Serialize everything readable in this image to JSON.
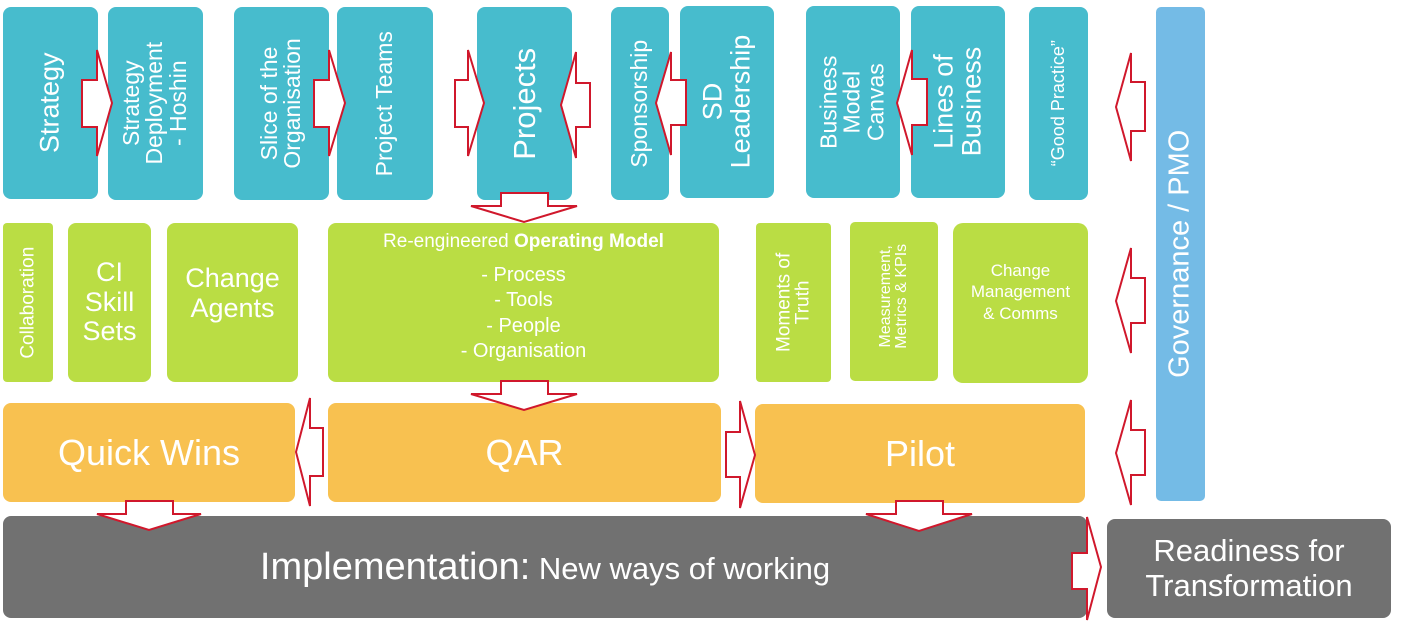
{
  "top_row": {
    "strategy": "Strategy",
    "strategy_deployment": [
      "Strategy",
      "Deployment",
      "- Hoshin"
    ],
    "slice_org": [
      "Slice of the",
      "Organisation"
    ],
    "project_teams": "Project Teams",
    "projects": "Projects",
    "sponsorship": "Sponsorship",
    "sd_leadership": [
      "SD",
      "Leadership"
    ],
    "business_model_canvas": [
      "Business",
      "Model",
      "Canvas"
    ],
    "lines_of_business": [
      "Lines of",
      "Business"
    ],
    "good_practice": "“Good Practice”"
  },
  "governance": "Governance / PMO",
  "middle_row": {
    "collaboration": "Collaboration",
    "ci_skill_sets": [
      "CI",
      "Skill",
      "Sets"
    ],
    "change_agents": [
      "Change",
      "Agents"
    ],
    "operating_model": {
      "title_prefix": "Re-engineered ",
      "title_bold": "Operating Model",
      "items": [
        "- Process",
        "- Tools",
        "- People",
        "- Organisation"
      ]
    },
    "moments_of_truth": [
      "Moments of",
      "Truth"
    ],
    "measurement": [
      "Measurement,",
      "Metrics & KPIs"
    ],
    "change_management": [
      "Change",
      "Management",
      "& Comms"
    ]
  },
  "bottom_row": {
    "quick_wins": "Quick Wins",
    "qar": "QAR",
    "pilot": "Pilot"
  },
  "implementation": {
    "label": "Implementation:",
    "sublabel": " New ways of working"
  },
  "readiness": [
    "Readiness for",
    "Transformation"
  ],
  "colors": {
    "teal": "#47bccd",
    "green": "#badd44",
    "orange": "#f8c150",
    "grey": "#717171",
    "blue": "#74bbe6",
    "arrow_outline": "#d0182c"
  }
}
